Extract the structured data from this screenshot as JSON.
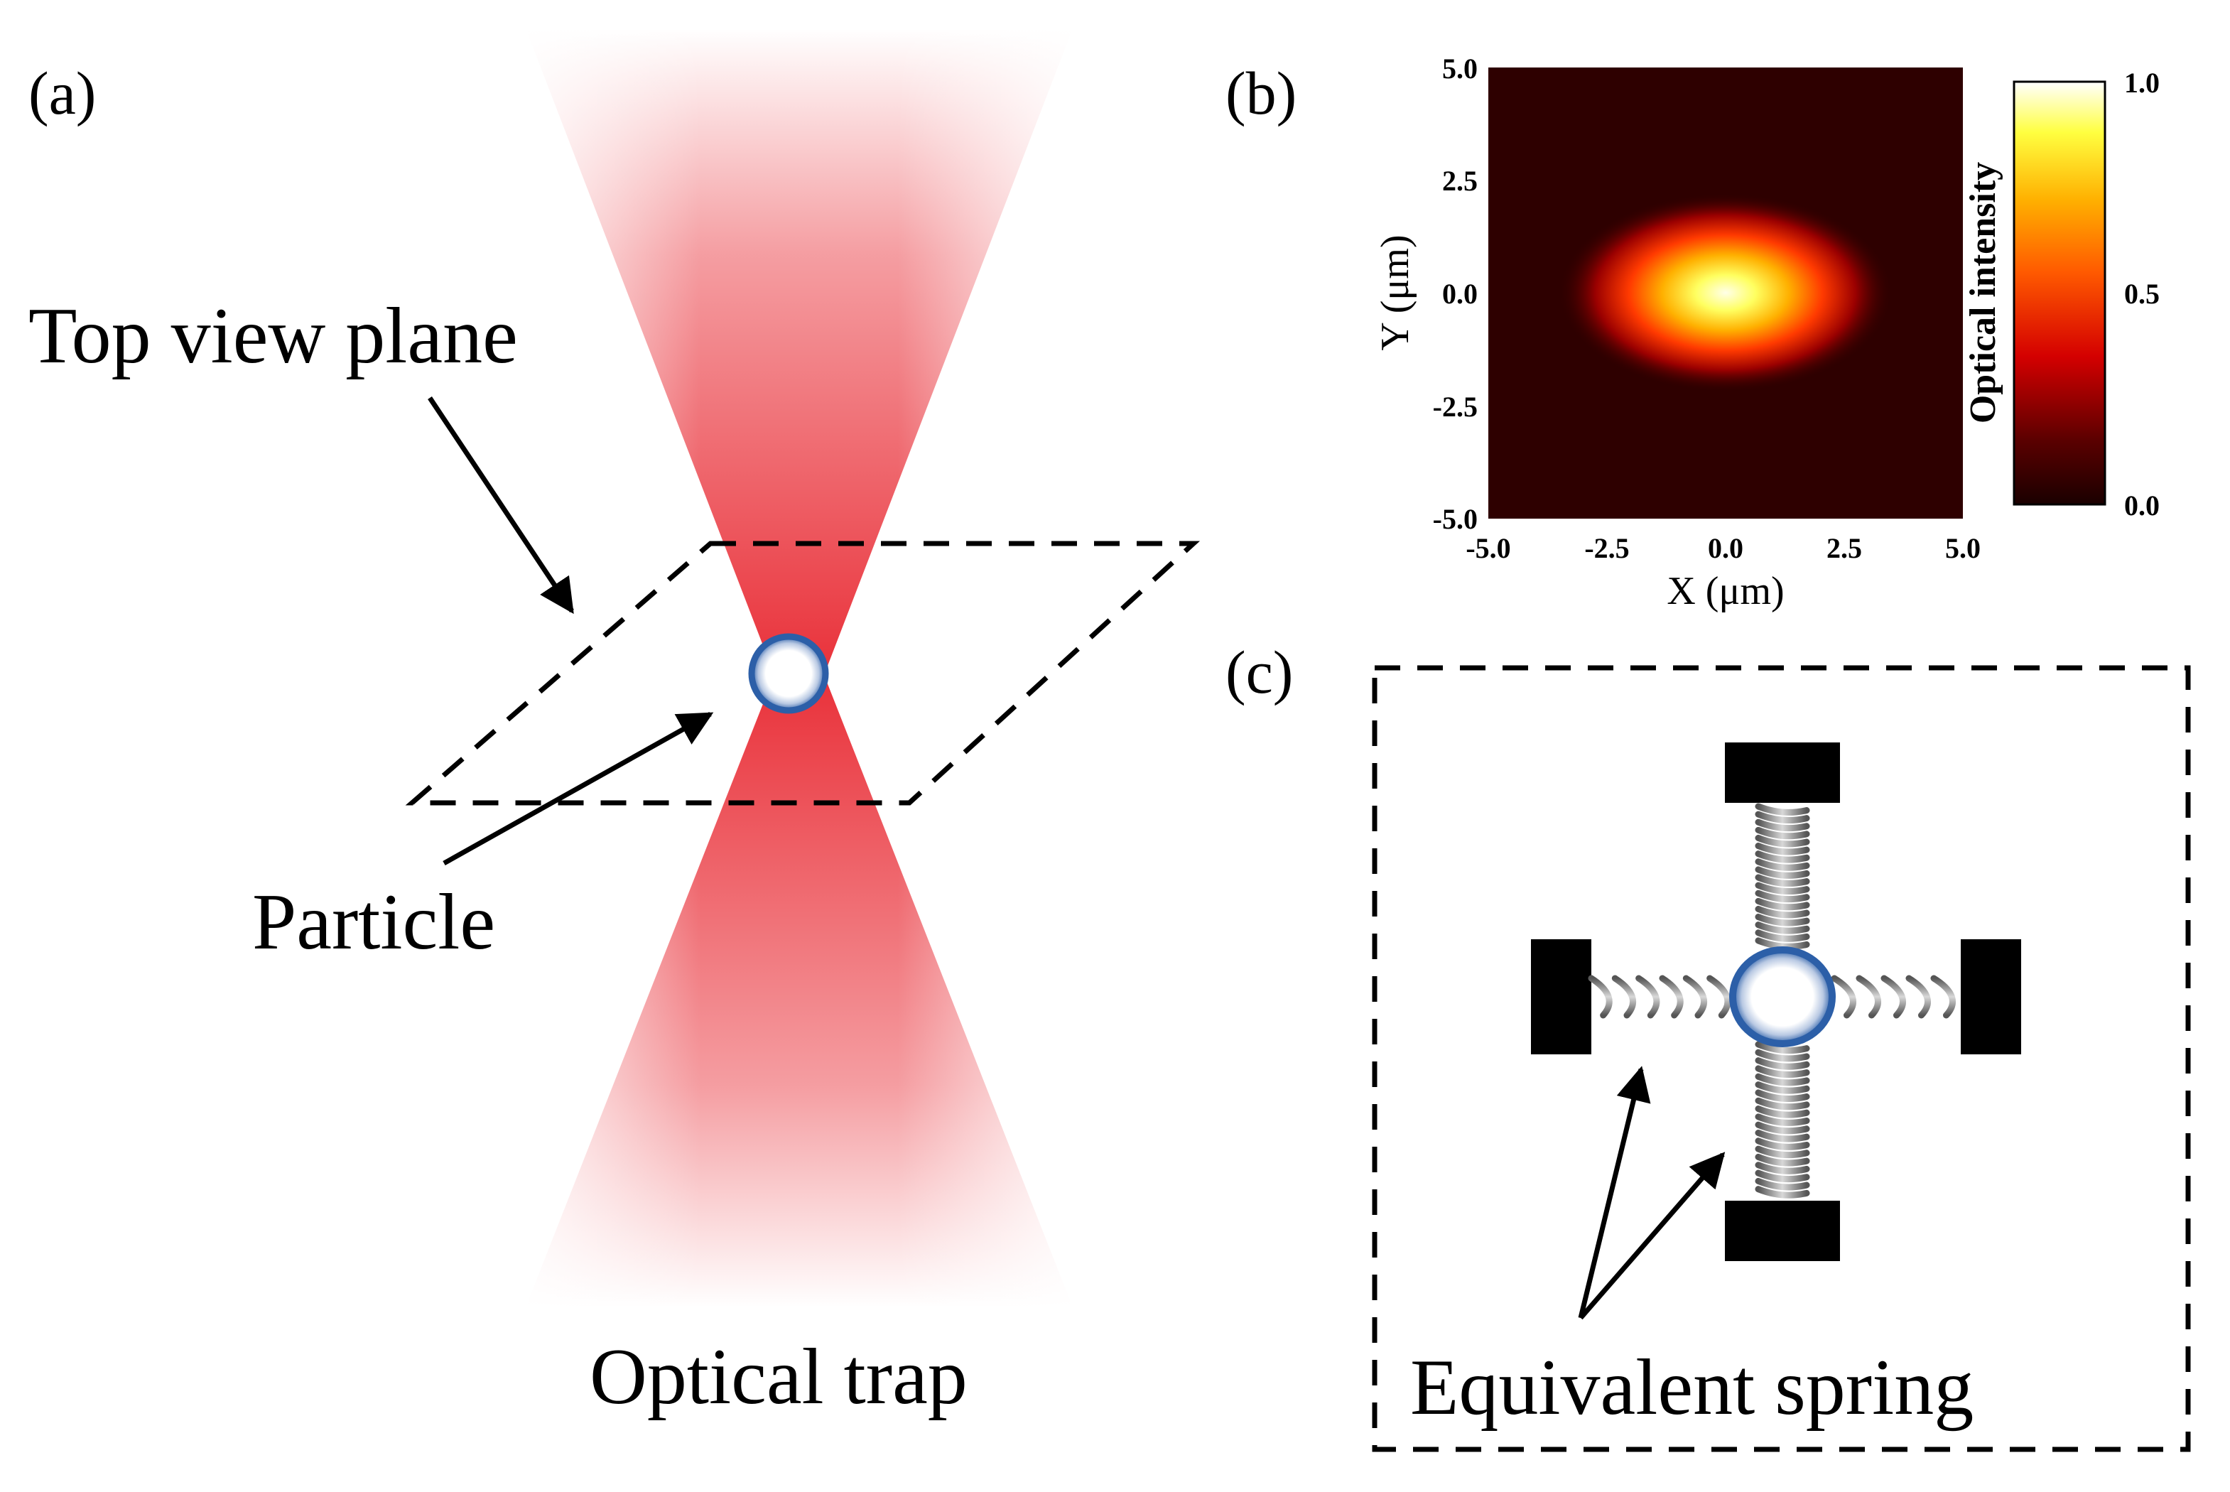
{
  "panels": {
    "a": {
      "label": "(a)",
      "top_view_plane_label": "Top view plane",
      "particle_label": "Particle",
      "optical_trap_label": "Optical trap",
      "beam_color": "#e8262f",
      "particle_rim_color": "#2c5fa8"
    },
    "b": {
      "label": "(b)",
      "colorbar_label": "Optical intensity"
    },
    "c": {
      "label": "(c)",
      "equivalent_spring_label": "Equivalent spring"
    }
  },
  "chart_data": {
    "type": "heatmap",
    "title": "",
    "xlabel": "X (μm)",
    "ylabel": "Y (μm)",
    "xlim": [
      -5.0,
      5.0
    ],
    "ylim": [
      -5.0,
      5.0
    ],
    "x_ticks": [
      "-5.0",
      "-2.5",
      "0.0",
      "2.5",
      "5.0"
    ],
    "y_ticks": [
      "5.0",
      "2.5",
      "0.0",
      "-2.5",
      "-5.0"
    ],
    "colorbar": {
      "label": "Optical intensity",
      "range": [
        0.0,
        1.0
      ],
      "ticks": [
        "1.0",
        "0.5",
        "0.0"
      ],
      "colormap": "hot"
    },
    "peak": {
      "x": 0.0,
      "y": 0.0,
      "value": 1.0
    },
    "gaussian_width": {
      "x": 1.6,
      "y": 0.8
    }
  }
}
